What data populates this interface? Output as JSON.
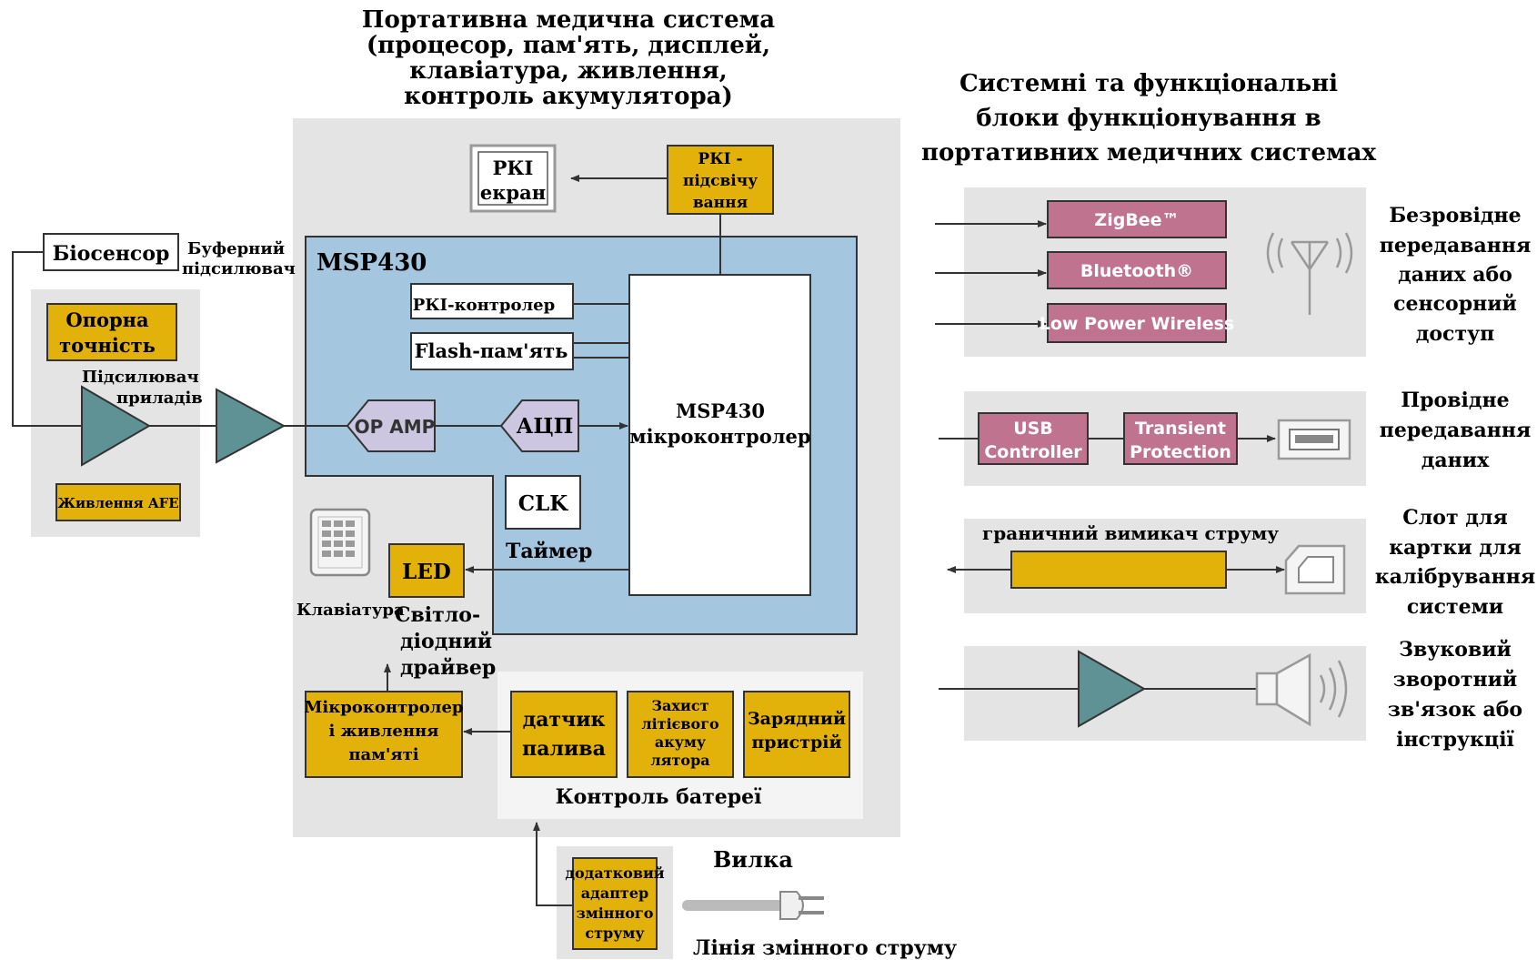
{
  "diagram": {
    "main_title": [
      "Портативна медична система",
      "(процесор, пам'ять, дисплей,",
      "клавіатура, живлення,",
      "контроль акумулятора)"
    ],
    "right_title": [
      "Системні та функціональні",
      "блоки функціонування в",
      "портативних медичних системах"
    ],
    "left": {
      "biosensor": "Біосенсор",
      "buffer_amp": [
        "Буферний",
        "підсилювач"
      ],
      "reference": [
        "Опорна",
        "точність"
      ],
      "instr_amp": [
        "Підсилювач",
        "приладів"
      ],
      "afe_power": "Живлення AFE"
    },
    "system": {
      "lcd_screen": [
        "РКІ",
        "екран"
      ],
      "lcd_backlight": [
        "РКІ -",
        "підсвічу",
        "вання"
      ],
      "msp430_label": "MSP430",
      "lcd_controller": "РКІ-контролер",
      "flash": "Flash-пам'ять",
      "op_amp": "OP AMP",
      "adc": "АЦП",
      "mcu": [
        "MSP430",
        "мікроконтролер"
      ],
      "clk": "CLK",
      "timer": "Таймер",
      "keyboard": "Клавіатура",
      "led": "LED",
      "led_driver": [
        "Світло-",
        "діодний",
        "драйвер"
      ],
      "mcu_power": [
        "Мікроконтролер",
        "і живлення",
        "пам'яті"
      ],
      "fuel_gauge": [
        "датчик",
        "палива"
      ],
      "li_protection": [
        "Захист",
        "літієвого",
        "акуму",
        "лятора"
      ],
      "charger": [
        "Зарядний",
        "пристрій"
      ],
      "battery_control": "Контроль батереї",
      "ac_adapter": [
        "додатковий",
        "адаптер",
        "змінного",
        "струму"
      ],
      "plug": "Вилка",
      "ac_line": "Лінія змінного струму"
    },
    "right": {
      "zigbee": "ZigBee™",
      "bluetooth": "Bluetooth®",
      "low_power_wireless": "Low Power Wireless",
      "wireless_caption": [
        "Безровідне",
        "передавання",
        "даних або",
        "сенсорний",
        "доступ"
      ],
      "usb_controller": [
        "USB",
        "Controller"
      ],
      "transient_protection": [
        "Transient",
        "Protection"
      ],
      "wired_caption": [
        "Провідне",
        "передавання",
        "даних"
      ],
      "current_limit": "граничний вимикач струму",
      "slot_caption": [
        "Слот для",
        "картки для",
        "калібрування",
        "системи"
      ],
      "audio_caption": [
        "Звуковий",
        "зворотний",
        "зв'язок або",
        "інструкції"
      ]
    },
    "colors": {
      "gray_panel": "#e4e4e4",
      "blue_panel": "#a4c6de",
      "gold_block": "#e3b20a",
      "pink_block": "#c0738f",
      "lavender_block": "#cdc6e0",
      "teal_triangle": "#5e9295"
    }
  }
}
